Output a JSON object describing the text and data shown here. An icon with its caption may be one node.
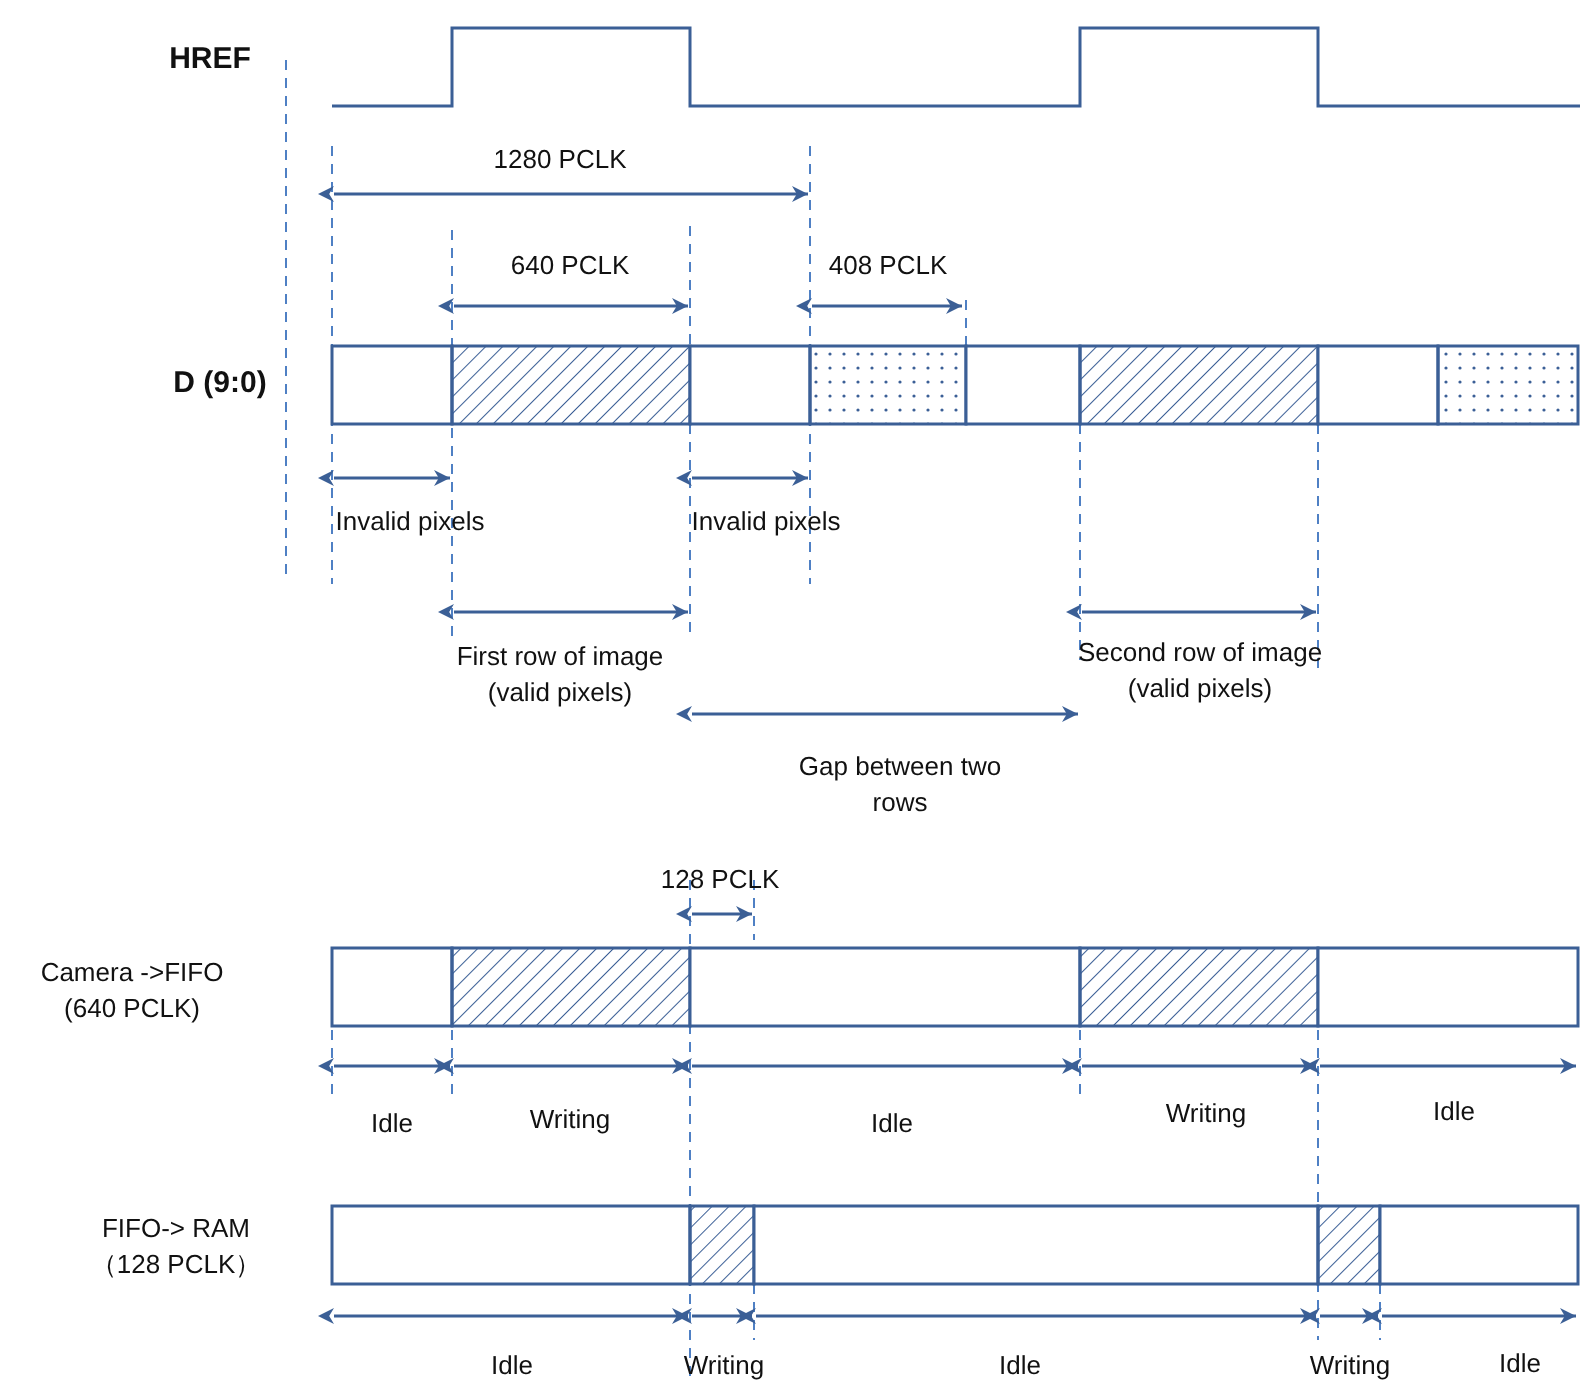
{
  "diagram": {
    "labels": [
      "HREF",
      "1280 PCLK",
      "640 PCLK",
      "408 PCLK",
      "D (9:0)",
      "Invalid pixels",
      "Invalid pixels",
      "First row of image (valid pixels)",
      "Second row of image (valid pixels)",
      "Gap between two rows",
      "128 PCLK",
      "Camera ->FIFO (640 PCLK)",
      "Idle",
      "Writing",
      "Idle",
      "Writing",
      "Idle",
      "FIFO-> RAM （128 PCLK）",
      "Idle",
      "Writing",
      "Idle",
      "Writing",
      "Idle"
    ]
  }
}
